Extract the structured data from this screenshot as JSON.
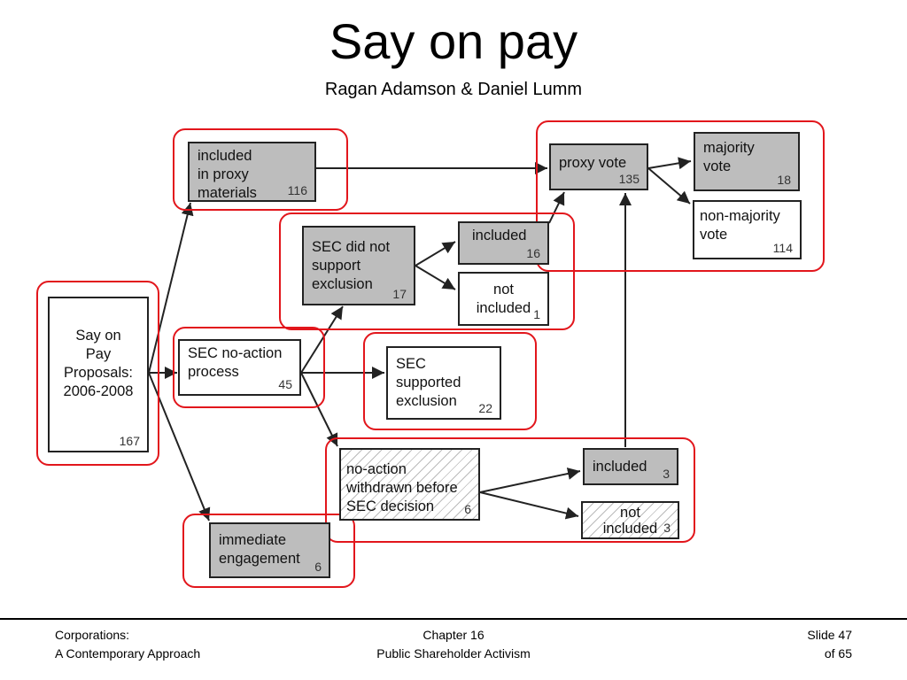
{
  "slide": {
    "title": "Say on pay",
    "subtitle": "Ragan Adamson & Daniel Lumm"
  },
  "diagram": {
    "boxes": [
      {
        "id": "say-on-pay-proposals",
        "label": "Say on\nPay\nProposals:\n2006-2008",
        "count": "167",
        "fill": "white"
      },
      {
        "id": "included-in-proxy-materials",
        "label": "included\nin proxy\nmaterials",
        "count": "116",
        "fill": "gray"
      },
      {
        "id": "sec-no-action-process",
        "label": "SEC no-action\nprocess",
        "count": "45",
        "fill": "white"
      },
      {
        "id": "immediate-engagement",
        "label": "immediate\nengagement",
        "count": "6",
        "fill": "gray"
      },
      {
        "id": "sec-did-not-support-exclusion",
        "label": "SEC did not\nsupport\nexclusion",
        "count": "17",
        "fill": "gray"
      },
      {
        "id": "sec-not-support-included",
        "label": "included",
        "count": "16",
        "fill": "gray"
      },
      {
        "id": "sec-not-support-not-included",
        "label": "not\nincluded",
        "count": "1",
        "fill": "white"
      },
      {
        "id": "sec-supported-exclusion",
        "label": "SEC\nsupported\nexclusion",
        "count": "22",
        "fill": "white"
      },
      {
        "id": "no-action-withdrawn-before-sec-decision",
        "label": "no-action\nwithdrawn before\nSEC decision",
        "count": "6",
        "fill": "hatch"
      },
      {
        "id": "withdrawn-included",
        "label": "included",
        "count": "3",
        "fill": "gray"
      },
      {
        "id": "withdrawn-not-included",
        "label": "not\nincluded",
        "count": "3",
        "fill": "hatch"
      },
      {
        "id": "proxy-vote",
        "label": "proxy vote",
        "count": "135",
        "fill": "gray"
      },
      {
        "id": "majority-vote",
        "label": "majority\nvote",
        "count": "18",
        "fill": "gray"
      },
      {
        "id": "non-majority-vote",
        "label": "non-majority\nvote",
        "count": "114",
        "fill": "white"
      }
    ],
    "edges": [
      {
        "from": "say-on-pay-proposals",
        "to": "included-in-proxy-materials"
      },
      {
        "from": "say-on-pay-proposals",
        "to": "sec-no-action-process"
      },
      {
        "from": "say-on-pay-proposals",
        "to": "immediate-engagement"
      },
      {
        "from": "included-in-proxy-materials",
        "to": "proxy-vote"
      },
      {
        "from": "sec-no-action-process",
        "to": "sec-did-not-support-exclusion"
      },
      {
        "from": "sec-no-action-process",
        "to": "sec-supported-exclusion"
      },
      {
        "from": "sec-no-action-process",
        "to": "no-action-withdrawn-before-sec-decision"
      },
      {
        "from": "sec-did-not-support-exclusion",
        "to": "sec-not-support-included"
      },
      {
        "from": "sec-did-not-support-exclusion",
        "to": "sec-not-support-not-included"
      },
      {
        "from": "sec-not-support-included",
        "to": "proxy-vote"
      },
      {
        "from": "no-action-withdrawn-before-sec-decision",
        "to": "withdrawn-included"
      },
      {
        "from": "no-action-withdrawn-before-sec-decision",
        "to": "withdrawn-not-included"
      },
      {
        "from": "withdrawn-included",
        "to": "proxy-vote"
      },
      {
        "from": "proxy-vote",
        "to": "majority-vote"
      },
      {
        "from": "proxy-vote",
        "to": "non-majority-vote"
      }
    ],
    "highlight_color": "#e2161c",
    "box_gray": "#bdbdbd"
  },
  "footer": {
    "left_line1": "Corporations:",
    "left_line2": "A Contemporary Approach",
    "center_line1": "Chapter 16",
    "center_line2": "Public Shareholder Activism",
    "right_line1": "Slide 47",
    "right_line2": "of 65"
  }
}
